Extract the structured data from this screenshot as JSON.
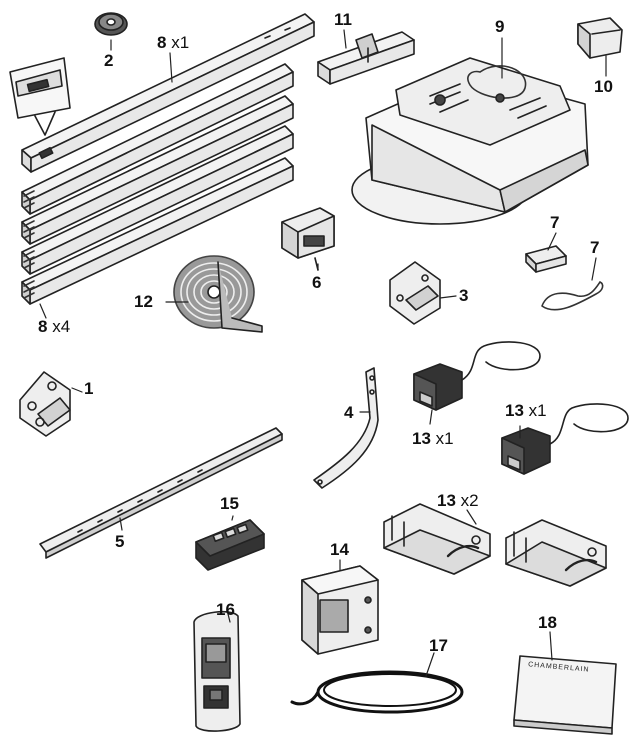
{
  "parts": [
    {
      "id": "rail-segment-with-end",
      "number": "8",
      "qty": "x1"
    },
    {
      "id": "rail-segments",
      "number": "8",
      "qty": "x4"
    },
    {
      "id": "pulley",
      "number": "2",
      "qty": ""
    },
    {
      "id": "trolley",
      "number": "11",
      "qty": ""
    },
    {
      "id": "motor-unit",
      "number": "9",
      "qty": ""
    },
    {
      "id": "light-lens",
      "number": "10",
      "qty": ""
    },
    {
      "id": "idler-bracket",
      "number": "6",
      "qty": ""
    },
    {
      "id": "belt-coil",
      "number": "12",
      "qty": ""
    },
    {
      "id": "header-bracket",
      "number": "3",
      "qty": ""
    },
    {
      "id": "staples-and-bell-wire",
      "number": "7",
      "qty": ""
    },
    {
      "id": "door-bracket",
      "number": "1",
      "qty": ""
    },
    {
      "id": "curved-door-arm",
      "number": "4",
      "qty": ""
    },
    {
      "id": "straight-door-arm",
      "number": "5",
      "qty": ""
    },
    {
      "id": "safety-sensor-left",
      "number": "13",
      "qty": "x1"
    },
    {
      "id": "safety-sensor-right",
      "number": "13",
      "qty": "x1"
    },
    {
      "id": "sensor-brackets",
      "number": "13",
      "qty": "x2"
    },
    {
      "id": "remote-control",
      "number": "15",
      "qty": ""
    },
    {
      "id": "wall-control",
      "number": "16",
      "qty": ""
    },
    {
      "id": "power-unit",
      "number": "14",
      "qty": ""
    },
    {
      "id": "bell-wire-coil",
      "number": "17",
      "qty": ""
    },
    {
      "id": "owners-manual",
      "number": "18",
      "qty": ""
    }
  ],
  "manual_brand": "CHAMBERLAIN"
}
